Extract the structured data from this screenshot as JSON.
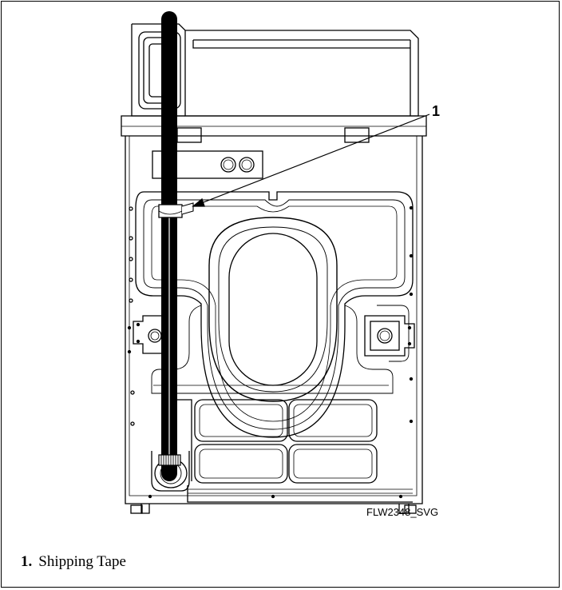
{
  "diagram": {
    "callout_number": "1",
    "figure_id": "FLW2348_SVG"
  },
  "legend": {
    "items": [
      {
        "number": "1.",
        "label": "Shipping Tape"
      }
    ]
  }
}
